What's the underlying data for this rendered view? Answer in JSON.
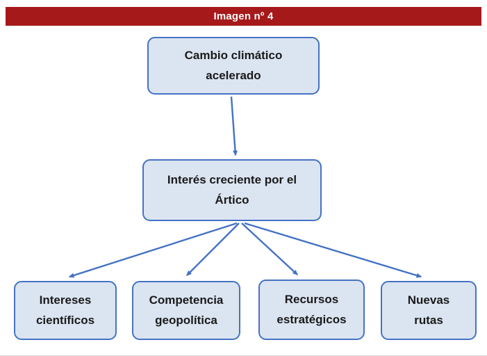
{
  "header": {
    "title": "Imagen nº 4"
  },
  "colors": {
    "header_bg": "#a6191b",
    "box_bg": "#dbe4f1",
    "box_border": "#4472c4",
    "arrow": "#4472c4"
  },
  "diagram": {
    "type": "flowchart",
    "nodes": {
      "root": {
        "label": "Cambio climático\nacelerado"
      },
      "mid": {
        "label": "Interés creciente por el\nÁrtico"
      },
      "leaf1": {
        "label": "Intereses\ncientíficos"
      },
      "leaf2": {
        "label": "Competencia\ngeopolítica"
      },
      "leaf3": {
        "label": "Recursos\nestratégicos"
      },
      "leaf4": {
        "label": "Nuevas\nrutas"
      }
    },
    "edges": [
      {
        "from": "root",
        "to": "mid"
      },
      {
        "from": "mid",
        "to": "leaf1"
      },
      {
        "from": "mid",
        "to": "leaf2"
      },
      {
        "from": "mid",
        "to": "leaf3"
      },
      {
        "from": "mid",
        "to": "leaf4"
      }
    ]
  }
}
